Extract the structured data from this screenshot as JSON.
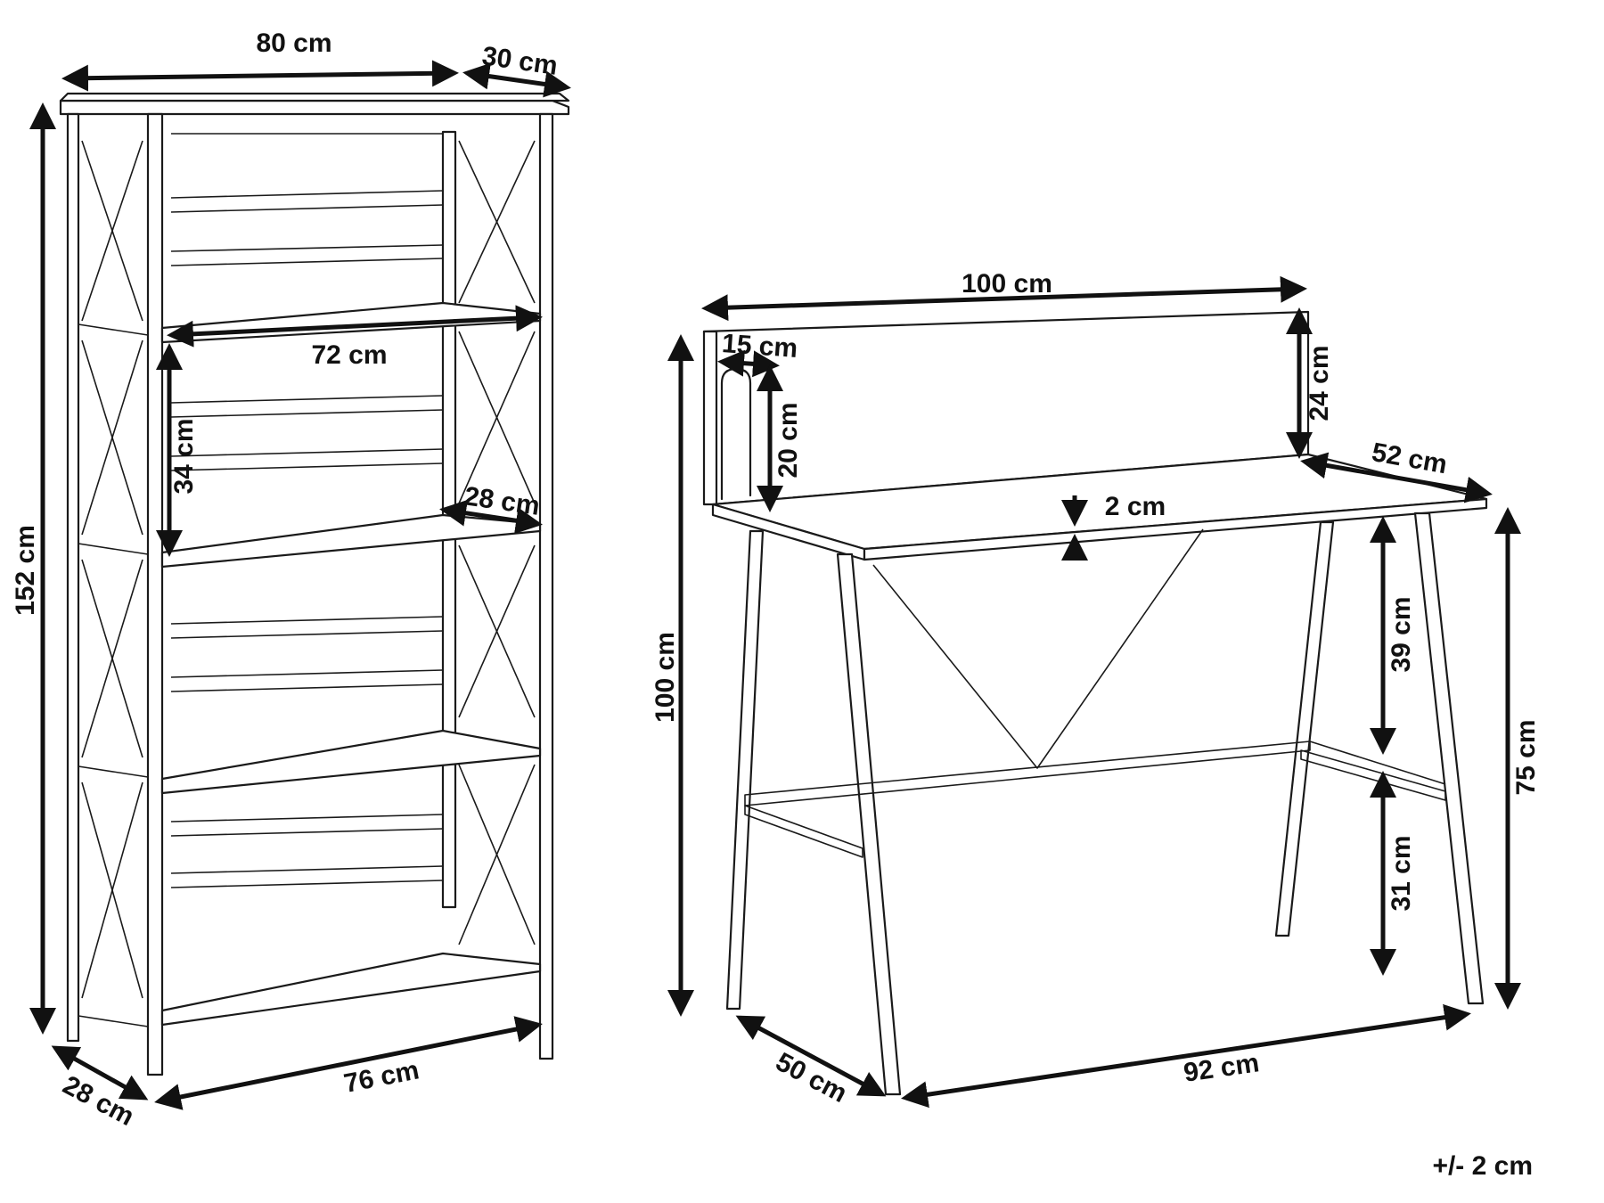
{
  "bookcase": {
    "width": "80 cm",
    "depth_top": "30 cm",
    "height": "152 cm",
    "shelf_inner_width": "72 cm",
    "shelf_spacing": "34 cm",
    "shelf_depth": "28 cm",
    "base_depth": "28 cm",
    "base_width": "76 cm"
  },
  "desk": {
    "total_width": "100 cm",
    "side_panel_depth": "15 cm",
    "side_panel_height": "20 cm",
    "back_panel_height": "24 cm",
    "top_depth": "52 cm",
    "top_thickness": "2 cm",
    "total_height": "100 cm",
    "under_top_height": "39 cm",
    "stretcher_height": "31 cm",
    "desk_height": "75 cm",
    "leg_depth": "50 cm",
    "leg_span": "92 cm"
  },
  "tolerance": "+/- 2 cm"
}
